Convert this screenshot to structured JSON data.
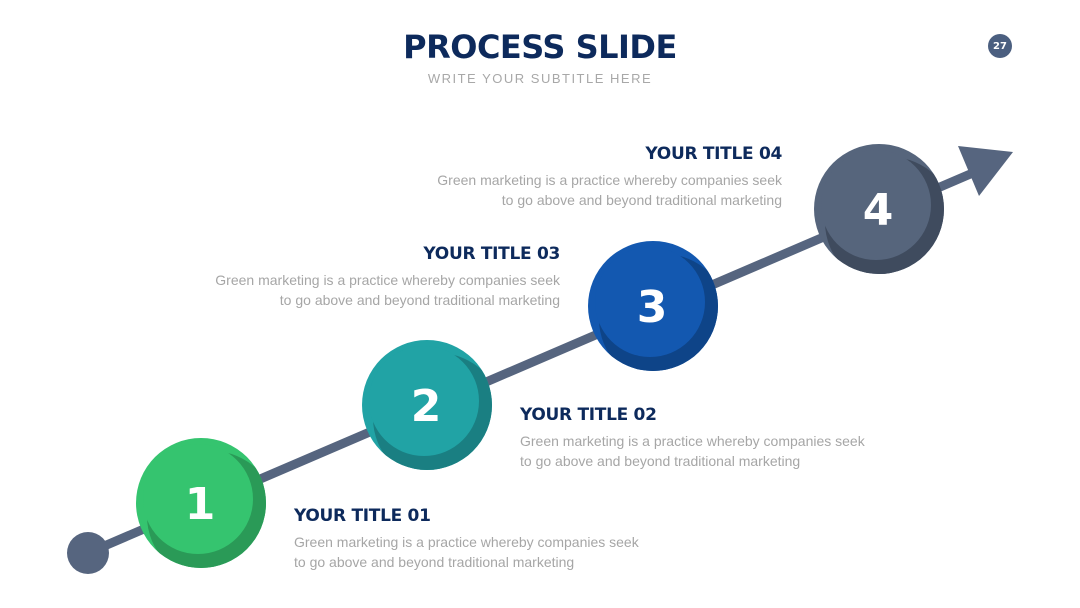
{
  "slide": {
    "title": "PROCESS SLIDE",
    "subtitle": "WRITE YOUR SUBTITLE HERE",
    "page_number": "27"
  },
  "colors": {
    "title": "#0d2a5c",
    "arrow": "#56657f",
    "step1": "#35c46f",
    "step2": "#21a3a5",
    "step3": "#1358b0",
    "step4": "#56657c",
    "text_muted": "#a6a6a6"
  },
  "steps": [
    {
      "number": "1",
      "title": "YOUR TITLE 01",
      "desc_line1": "Green marketing is a practice whereby companies seek",
      "desc_line2": "to go above and beyond traditional marketing"
    },
    {
      "number": "2",
      "title": "YOUR TITLE 02",
      "desc_line1": "Green marketing is a practice whereby companies seek",
      "desc_line2": "to go above and beyond traditional marketing"
    },
    {
      "number": "3",
      "title": "YOUR TITLE 03",
      "desc_line1": "Green marketing is a practice whereby companies seek",
      "desc_line2": "to go above and beyond traditional marketing"
    },
    {
      "number": "4",
      "title": "YOUR TITLE 04",
      "desc_line1": "Green marketing is a practice whereby companies seek",
      "desc_line2": "to go above and beyond traditional marketing"
    }
  ]
}
